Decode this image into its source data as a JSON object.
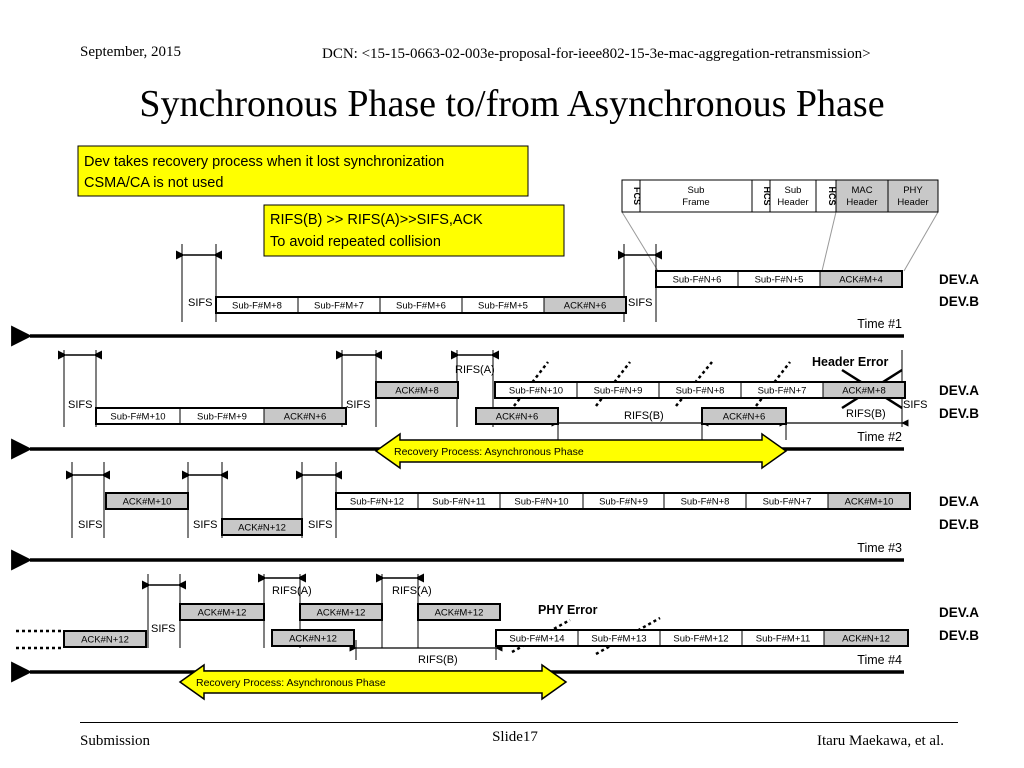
{
  "header": {
    "date": "September, 2015",
    "dcn": "DCN: <15-15-0663-02-003e-proposal-for-ieee802-15-3e-mac-aggregation-retransmission>"
  },
  "title": "Synchronous Phase to/from Asynchronous Phase",
  "notes": {
    "note1_line1": "Dev takes recovery process when it lost synchronization",
    "note1_line2": "CSMA/CA is not used",
    "note2_line1": "RIFS(B) >> RIFS(A)>>SIFS,ACK",
    "note2_line2": "To avoid repeated collision"
  },
  "frame_format": {
    "fields": [
      "FCS",
      "Sub Frame",
      "HCS",
      "Sub Header",
      "HCS",
      "MAC Header",
      "PHY Header"
    ]
  },
  "labels": {
    "sifs": "SIFS",
    "rifs_a": "RIFS(A)",
    "rifs_b": "RIFS(B)",
    "dev_a": "DEV.A",
    "dev_b": "DEV.B",
    "header_error": "Header Error",
    "phy_error": "PHY Error",
    "recovery": "Recovery Process:   Asynchronous Phase",
    "time1": "Time #1",
    "time2": "Time #2",
    "time3": "Time #3",
    "time4": "Time #4"
  },
  "frames": {
    "r1_a": [
      "Sub-F#N+6",
      "Sub-F#N+5",
      "ACK#M+4"
    ],
    "r1_b": [
      "Sub-F#M+8",
      "Sub-F#M+7",
      "Sub-F#M+6",
      "Sub-F#M+5",
      "ACK#N+6"
    ],
    "r2_a1": [
      "ACK#M+8"
    ],
    "r2_a2": [
      "Sub-F#N+10",
      "Sub-F#N+9",
      "Sub-F#N+8",
      "Sub-F#N+7",
      "ACK#M+8"
    ],
    "r2_b1": [
      "Sub-F#M+10",
      "Sub-F#M+9",
      "ACK#N+6"
    ],
    "r2_b2": [
      "ACK#N+6"
    ],
    "r2_b3": [
      "ACK#N+6"
    ],
    "r3_a1": [
      "ACK#M+10"
    ],
    "r3_a2": [
      "Sub-F#N+12",
      "Sub-F#N+11",
      "Sub-F#N+10",
      "Sub-F#N+9",
      "Sub-F#N+8",
      "Sub-F#N+7",
      "ACK#M+10"
    ],
    "r3_b": [
      "ACK#N+12"
    ],
    "r4_a": [
      "ACK#M+12",
      "ACK#M+12",
      "ACK#M+12"
    ],
    "r4_b1": [
      "ACK#N+12"
    ],
    "r4_b2": [
      "ACK#N+12"
    ],
    "r4_b3": [
      "Sub-F#M+14",
      "Sub-F#M+13",
      "Sub-F#M+12",
      "Sub-F#M+11",
      "ACK#N+12"
    ]
  },
  "footer": {
    "submission": "Submission",
    "slide": "Slide17",
    "author": "Itaru Maekawa, et al."
  },
  "colors": {
    "note_fill": "#ffff00",
    "ack_fill": "#c8c8c8",
    "arrow_fill": "#ffff00",
    "x_mark": "#000000"
  }
}
